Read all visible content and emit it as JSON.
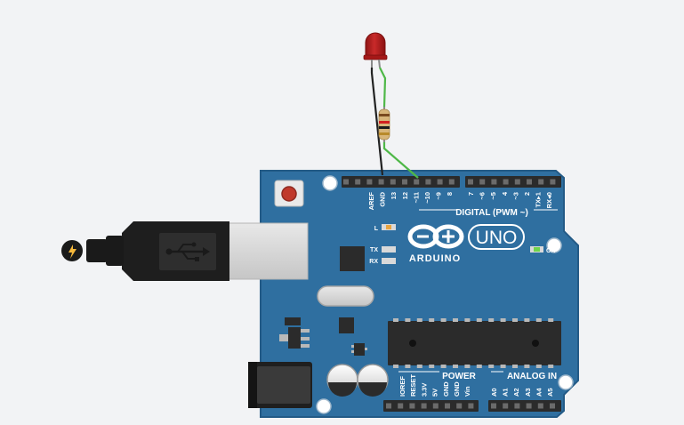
{
  "colors": {
    "background": "#f2f3f5",
    "board": "#2f6fa0",
    "board_edge": "#235a86",
    "header": "#2b2b2b",
    "wire_black": "#222222",
    "wire_green": "#4fb848",
    "led_red": "#b51e1e",
    "resistor_body": "#d8b67a",
    "usb_body": "#1e1e1e",
    "usb_metal": "#d7d7d7",
    "power_led": "#6fd44c",
    "l_led": "#e8a440"
  },
  "icons": {
    "usb_plug": "usb-trident-icon",
    "power_tip": "lightning-icon",
    "arduino_logo": "infinity-logo-icon"
  },
  "board": {
    "brand": "ARDUINO",
    "model": "UNO",
    "on_label": "ON",
    "l_label": "L",
    "tx_label": "TX",
    "rx_label": "RX",
    "digital_label": "DIGITAL (PWM ~)",
    "power_label": "POWER",
    "analog_label": "ANALOG IN",
    "digital_pins_left": [
      "AREF",
      "GND",
      "13",
      "12",
      "~11",
      "~10",
      "~9",
      "8"
    ],
    "digital_pins_right": [
      "7",
      "~6",
      "~5",
      "4",
      "~3",
      "2",
      "TX▸1",
      "RX◂0"
    ],
    "power_pins": [
      "IOREF",
      "RESET",
      "3.3V",
      "5V",
      "GND",
      "GND",
      "Vin"
    ],
    "analog_pins": [
      "A0",
      "A1",
      "A2",
      "A3",
      "A4",
      "A5"
    ]
  }
}
